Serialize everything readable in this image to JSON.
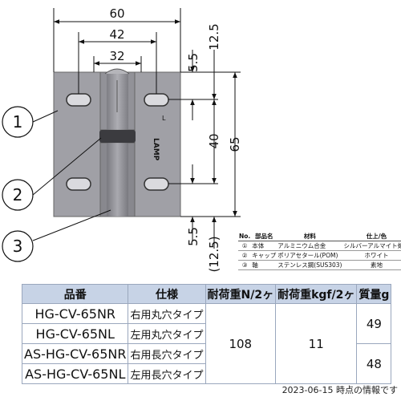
{
  "drawing": {
    "dims": {
      "w60": "60",
      "w42": "42",
      "w32": "32",
      "v5_5_top": "5.5",
      "v12_5": "12.5",
      "v40": "40",
      "v65": "65",
      "v5_5_bot": "5.5",
      "v12_5_bot": "(12.5)"
    },
    "callouts": [
      "1",
      "2",
      "3"
    ],
    "logo_text": "LAMP",
    "mark_text": "L",
    "colors": {
      "plate": "#9c9ca2",
      "plate_dark": "#76767c",
      "line": "#111111"
    }
  },
  "parts_table": {
    "headers": [
      "No.",
      "部品名",
      "材料",
      "仕上/色"
    ],
    "rows": [
      [
        "①",
        "本体",
        "アルミニウム合金",
        "シルバーアルマイト処理"
      ],
      [
        "②",
        "キャップ",
        "ポリアセタール(POM)",
        "ホワイト"
      ],
      [
        "③",
        "軸",
        "ステンレス鋼(SUS303)",
        "素地"
      ]
    ]
  },
  "spec_table": {
    "headers": [
      "品番",
      "仕様",
      "耐荷重N/2ヶ",
      "耐荷重kgf/2ヶ",
      "質量g"
    ],
    "rows": [
      {
        "code": "HG-CV-65NR",
        "spec": "右用丸穴タイプ"
      },
      {
        "code": "HG-CV-65NL",
        "spec": "左用丸穴タイプ"
      },
      {
        "code": "AS-HG-CV-65NR",
        "spec": "右用長穴タイプ"
      },
      {
        "code": "AS-HG-CV-65NL",
        "spec": "左用長穴タイプ"
      }
    ],
    "load_n": "108",
    "load_kgf": "11",
    "mass_top": "49",
    "mass_bottom": "48"
  },
  "footnote": "2023-06-15 時点の情報です"
}
